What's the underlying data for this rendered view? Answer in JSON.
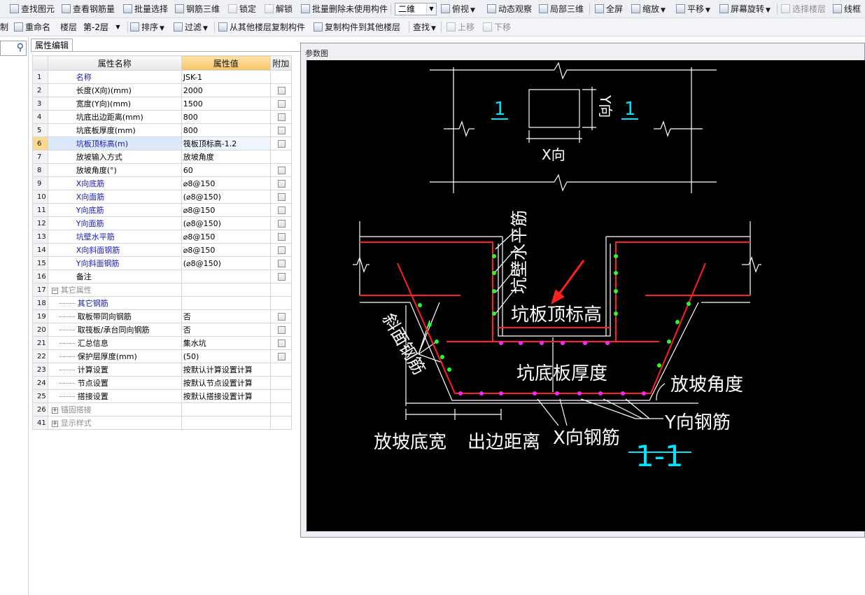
{
  "toolbar1": {
    "items": [
      "查找图元",
      "查看钢筋量",
      "批量选择",
      "钢筋三维",
      "锁定",
      "解锁",
      "批量删除未使用构件",
      "二维",
      "俯视",
      "动态观察",
      "局部三维",
      "全屏",
      "缩放",
      "平移",
      "屏幕旋转",
      "选择楼层",
      "线框"
    ]
  },
  "toolbar2": {
    "copy_label": "制",
    "rename_label": "重命名",
    "floor_label": "楼层",
    "floor_value": "第-2层",
    "sort_label": "排序",
    "filter_label": "过滤",
    "copy_from_label": "从其他楼层复制构件",
    "copy_to_label": "复制构件到其他楼层",
    "find_label": "查找",
    "up_label": "上移",
    "down_label": "下移"
  },
  "property_panel": {
    "tab_label": "属性编辑",
    "headers": {
      "name": "属性名称",
      "value": "属性值",
      "extra": "附加"
    },
    "rows": [
      {
        "num": "1",
        "name": "名称",
        "value": "JSK-1",
        "color": "blue",
        "check": false
      },
      {
        "num": "2",
        "name": "长度(X向)(mm)",
        "value": "2000",
        "color": "black",
        "check": true
      },
      {
        "num": "3",
        "name": "宽度(Y向)(mm)",
        "value": "1500",
        "color": "black",
        "check": true
      },
      {
        "num": "4",
        "name": "坑底出边距离(mm)",
        "value": "800",
        "color": "black",
        "check": true
      },
      {
        "num": "5",
        "name": "坑底板厚度(mm)",
        "value": "800",
        "color": "black",
        "check": true
      },
      {
        "num": "6",
        "name": "坑板顶标高(m)",
        "value": "筏板顶标高-1.2",
        "color": "blue",
        "check": true
      },
      {
        "num": "7",
        "name": "放坡输入方式",
        "value": "放坡角度",
        "color": "black",
        "check": false
      },
      {
        "num": "8",
        "name": "放坡角度(°)",
        "value": "60",
        "color": "black",
        "check": true
      },
      {
        "num": "9",
        "name": "X向底筋",
        "value": "⌀8@150",
        "color": "blue",
        "check": true
      },
      {
        "num": "10",
        "name": "X向面筋",
        "value": "(⌀8@150)",
        "color": "blue",
        "check": true
      },
      {
        "num": "11",
        "name": "Y向底筋",
        "value": "⌀8@150",
        "color": "blue",
        "check": true
      },
      {
        "num": "12",
        "name": "Y向面筋",
        "value": "(⌀8@150)",
        "color": "blue",
        "check": true
      },
      {
        "num": "13",
        "name": "坑壁水平筋",
        "value": "⌀8@150",
        "color": "blue",
        "check": true
      },
      {
        "num": "14",
        "name": "X向斜面钢筋",
        "value": "⌀8@150",
        "color": "blue",
        "check": true
      },
      {
        "num": "15",
        "name": "Y向斜面钢筋",
        "value": "(⌀8@150)",
        "color": "blue",
        "check": true
      },
      {
        "num": "16",
        "name": "备注",
        "value": "",
        "color": "black",
        "check": true
      },
      {
        "num": "17",
        "name": "其它属性",
        "value": "",
        "color": "gray",
        "check": false,
        "group": "minus"
      },
      {
        "num": "18",
        "name": "其它钢筋",
        "value": "",
        "color": "blue",
        "check": false,
        "tree": true
      },
      {
        "num": "19",
        "name": "取板带同向钢筋",
        "value": "否",
        "color": "black",
        "check": true,
        "tree": true
      },
      {
        "num": "20",
        "name": "取筏板/承台同向钢筋",
        "value": "否",
        "color": "black",
        "check": true,
        "tree": true
      },
      {
        "num": "21",
        "name": "汇总信息",
        "value": "集水坑",
        "color": "black",
        "check": true,
        "tree": true
      },
      {
        "num": "22",
        "name": "保护层厚度(mm)",
        "value": "(50)",
        "color": "black",
        "check": true,
        "tree": true
      },
      {
        "num": "23",
        "name": "计算设置",
        "value": "按默认计算设置计算",
        "color": "black",
        "check": false,
        "tree": true
      },
      {
        "num": "24",
        "name": "节点设置",
        "value": "按默认节点设置计算",
        "color": "black",
        "check": false,
        "tree": true
      },
      {
        "num": "25",
        "name": "搭接设置",
        "value": "按默认搭接设置计算",
        "color": "black",
        "check": false,
        "tree": true
      },
      {
        "num": "26",
        "name": "锚固搭接",
        "value": "",
        "color": "gray",
        "check": false,
        "group": "plus"
      },
      {
        "num": "41",
        "name": "显示样式",
        "value": "",
        "color": "gray",
        "check": false,
        "group": "plus"
      }
    ]
  },
  "param_window": {
    "title": "参数图",
    "labels": {
      "sec_left": "1",
      "sec_right": "1",
      "y_dir": "Y向",
      "x_dir": "X向",
      "wall_bar": "坑壁水平筋",
      "top_elev": "坑板顶标高",
      "slope_bar": "斜面钢筋",
      "bottom_thk": "坑底板厚度",
      "slope_angle": "放坡角度",
      "y_bar": "Y向钢筋",
      "slope_width": "放坡底宽",
      "edge_dist": "出边距离",
      "x_bar": "X向钢筋",
      "section": "1-1"
    }
  }
}
